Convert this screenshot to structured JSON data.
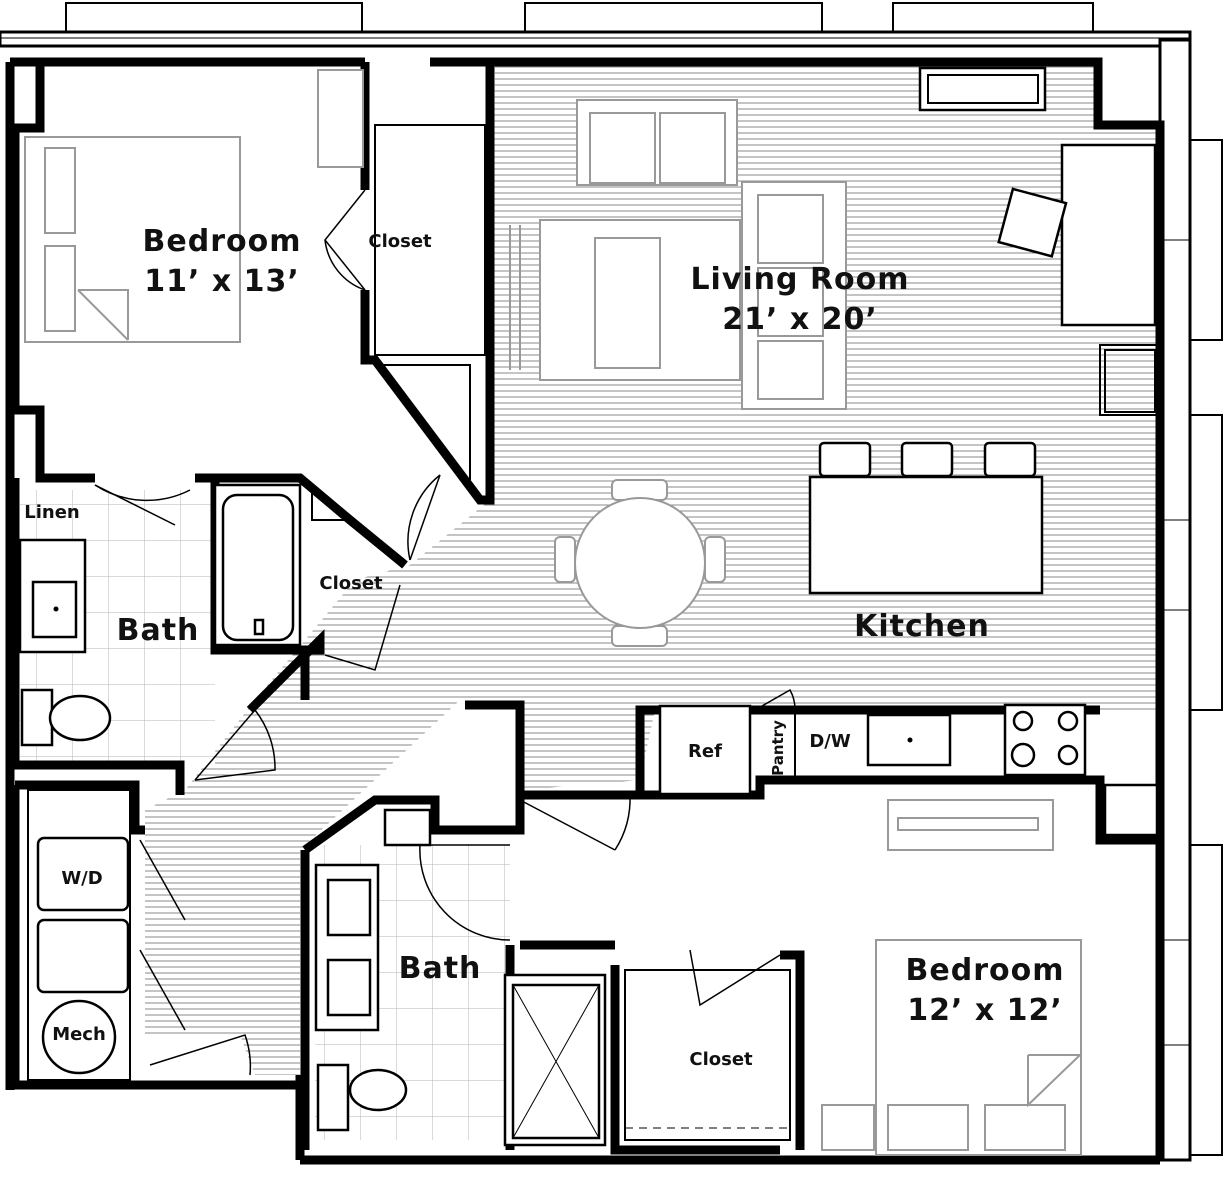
{
  "rooms": {
    "bedroom1": {
      "name": "Bedroom",
      "size": "11’ x 13’"
    },
    "closet1": "Closet",
    "living": {
      "name": "Living Room",
      "size": "21’ x 20’"
    },
    "linen": "Linen",
    "bath1": "Bath",
    "closet2": "Closet",
    "kitchen": "Kitchen",
    "ref": "Ref",
    "pantry": "Pantry",
    "dw": "D/W",
    "wd": "W/D",
    "mech": "Mech",
    "bath2": "Bath",
    "closet3": "Closet",
    "bedroom2": {
      "name": "Bedroom",
      "size": "12’ x 12’"
    }
  },
  "colors": {
    "wall": "#000000",
    "floor_hatch": "#888888",
    "furniture": "#999999",
    "background": "#ffffff"
  }
}
